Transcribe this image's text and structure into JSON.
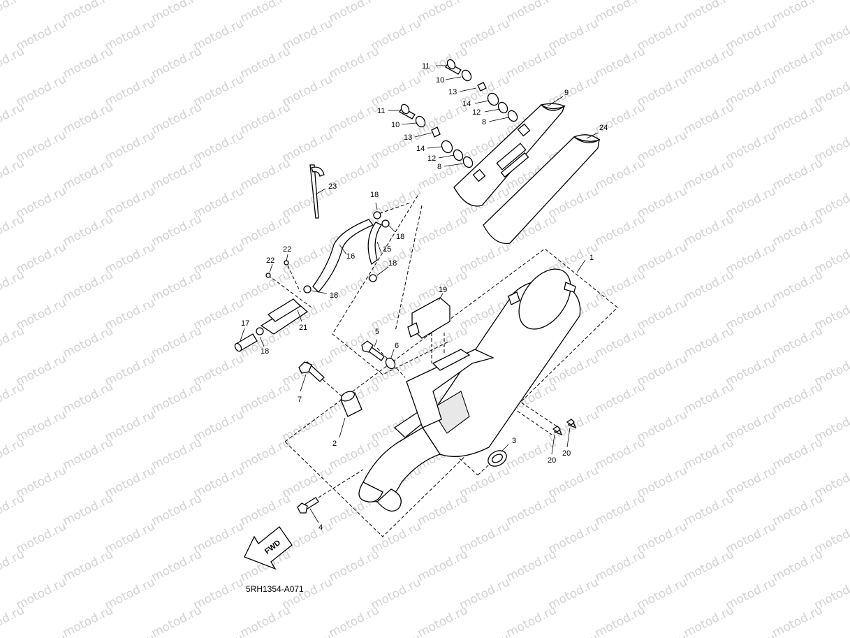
{
  "watermark": {
    "text": "motod.ru"
  },
  "drawing_code": "5RH1354-A071",
  "fwd_label": "FWD",
  "labels": [
    {
      "id": "l1",
      "text": "1"
    },
    {
      "id": "l2",
      "text": "2"
    },
    {
      "id": "l3",
      "text": "3"
    },
    {
      "id": "l4",
      "text": "4"
    },
    {
      "id": "l5",
      "text": "5"
    },
    {
      "id": "l6",
      "text": "6"
    },
    {
      "id": "l7",
      "text": "7"
    },
    {
      "id": "l8a",
      "text": "8"
    },
    {
      "id": "l8b",
      "text": "8"
    },
    {
      "id": "l9",
      "text": "9"
    },
    {
      "id": "l10a",
      "text": "10"
    },
    {
      "id": "l10b",
      "text": "10"
    },
    {
      "id": "l11a",
      "text": "11"
    },
    {
      "id": "l11b",
      "text": "11"
    },
    {
      "id": "l12a",
      "text": "12"
    },
    {
      "id": "l12b",
      "text": "12"
    },
    {
      "id": "l13a",
      "text": "13"
    },
    {
      "id": "l13b",
      "text": "13"
    },
    {
      "id": "l14a",
      "text": "14"
    },
    {
      "id": "l14b",
      "text": "14"
    },
    {
      "id": "l15",
      "text": "15"
    },
    {
      "id": "l16",
      "text": "16"
    },
    {
      "id": "l17",
      "text": "17"
    },
    {
      "id": "l18a",
      "text": "18"
    },
    {
      "id": "l18b",
      "text": "18"
    },
    {
      "id": "l18c",
      "text": "18"
    },
    {
      "id": "l18d",
      "text": "18"
    },
    {
      "id": "l18e",
      "text": "18"
    },
    {
      "id": "l19",
      "text": "19"
    },
    {
      "id": "l20a",
      "text": "20"
    },
    {
      "id": "l20b",
      "text": "20"
    },
    {
      "id": "l21",
      "text": "21"
    },
    {
      "id": "l22a",
      "text": "22"
    },
    {
      "id": "l22b",
      "text": "22"
    },
    {
      "id": "l23",
      "text": "23"
    },
    {
      "id": "l24",
      "text": "24"
    }
  ]
}
